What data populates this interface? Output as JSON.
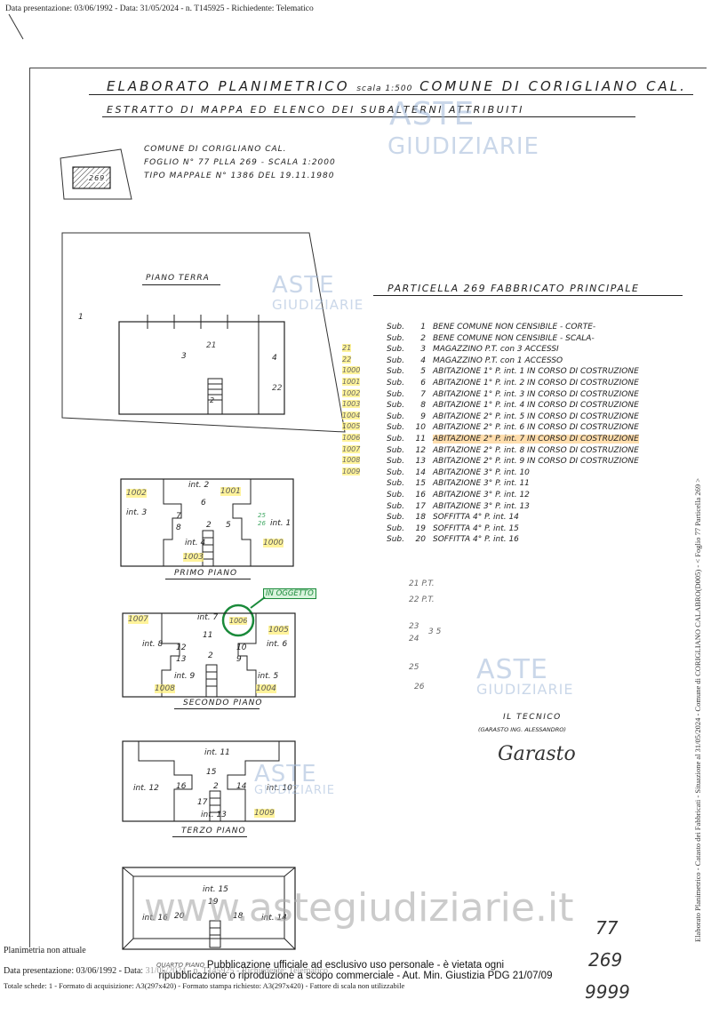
{
  "header": {
    "top_line": "Data presentazione: 03/06/1992 - Data: 31/05/2024 - n. T145925 - Richiedente: Telematico"
  },
  "document": {
    "title": "ELABORATO PLANIMETRICO",
    "title_scale": "scala 1:500",
    "title_comune": "COMUNE DI CORIGLIANO CAL.",
    "subtitle": "ESTRATTO DI MAPPA ED ELENCO DEI SUBALTERNI ATTRIBUITI",
    "map_info": {
      "line1": "COMUNE DI CORIGLIANO CAL.",
      "line2": "FOGLIO N° 77  PLLA 269 - SCALA 1:2000",
      "line3": "TIPO MAPPALE  N° 1386 DEL 19.11.1980",
      "parcel_label": "269"
    },
    "piano_terra_label": "PIANO TERRA",
    "particella_title": "PARTICELLA 269 FABBRICATO PRINCIPALE",
    "subalterni": [
      {
        "sub": "1",
        "desc": "BENE COMUNE NON CENSIBILE - CORTE-",
        "left": "",
        "hl": false
      },
      {
        "sub": "2",
        "desc": "BENE COMUNE NON CENSIBILE - SCALA-",
        "left": "",
        "hl": false
      },
      {
        "sub": "3",
        "desc": "MAGAZZINO P.T. con 3 ACCESSI",
        "left": "21",
        "hl": true
      },
      {
        "sub": "4",
        "desc": "MAGAZZINO P.T. con 1 ACCESSO",
        "left": "22",
        "hl": true
      },
      {
        "sub": "5",
        "desc": "ABITAZIONE 1° P. int. 1 IN CORSO DI COSTRUZIONE",
        "left": "1000",
        "hl": true
      },
      {
        "sub": "6",
        "desc": "ABITAZIONE 1° P. int. 2 IN CORSO DI COSTRUZIONE",
        "left": "1001",
        "hl": true
      },
      {
        "sub": "7",
        "desc": "ABITAZIONE 1° P. int. 3 IN CORSO DI COSTRUZIONE",
        "left": "1002",
        "hl": true
      },
      {
        "sub": "8",
        "desc": "ABITAZIONE 1° P. int. 4 IN CORSO DI COSTRUZIONE",
        "left": "1003",
        "hl": true
      },
      {
        "sub": "9",
        "desc": "ABITAZIONE 2° P. int. 5 IN CORSO DI COSTRUZIONE",
        "left": "1004",
        "hl": true
      },
      {
        "sub": "10",
        "desc": "ABITAZIONE 2° P. int. 6 IN CORSO DI COSTRUZIONE",
        "left": "1005",
        "hl": true
      },
      {
        "sub": "11",
        "desc": "ABITAZIONE 2° P. int. 7 IN CORSO DI COSTRUZIONE",
        "left": "1006",
        "hl": true
      },
      {
        "sub": "12",
        "desc": "ABITAZIONE 2° P. int. 8 IN CORSO DI COSTRUZIONE",
        "left": "1007",
        "hl": true
      },
      {
        "sub": "13",
        "desc": "ABITAZIONE 2° P. int. 9 IN CORSO DI COSTRUZIONE",
        "left": "1008",
        "hl": true
      },
      {
        "sub": "14",
        "desc": "ABITAZIONE 3° P. int. 10",
        "left": "1009",
        "hl": true
      },
      {
        "sub": "15",
        "desc": "ABITAZIONE 3° P. int. 11",
        "left": "",
        "hl": false
      },
      {
        "sub": "16",
        "desc": "ABITAZIONE 3° P. int. 12",
        "left": "",
        "hl": false
      },
      {
        "sub": "17",
        "desc": "ABITAZIONE 3° P. int. 13",
        "left": "",
        "hl": false
      },
      {
        "sub": "18",
        "desc": "SOFFITTA 4° P. int. 14",
        "left": "",
        "hl": false
      },
      {
        "sub": "19",
        "desc": "SOFFITTA 4° P. int. 15",
        "left": "",
        "hl": false
      },
      {
        "sub": "20",
        "desc": "SOFFITTA 4° P. int. 16",
        "left": "",
        "hl": false
      }
    ],
    "sub_prefix": "Sub.",
    "notes": [
      "21  P.T.",
      "22  P.T.",
      "23",
      "24",
      "3 5",
      "25",
      "26"
    ],
    "tecnico_label": "IL TECNICO",
    "tecnico_name": "(GARASTO ING. ALESSANDRO)",
    "signature": "Garasto",
    "primo_piano": {
      "label": "PRIMO PIANO",
      "int1": "int. 1",
      "int2": "int. 2",
      "int3": "int. 3",
      "int4": "int. 4",
      "n1000": "1000",
      "n1001": "1001",
      "n1002": "1002",
      "n1003": "1003",
      "s5": "5",
      "s6": "6",
      "s7": "7",
      "s8": "8",
      "s2": "2",
      "s25": "25",
      "s26": "26"
    },
    "secondo_piano": {
      "label": "SECONDO PIANO",
      "int5": "int. 5",
      "int6": "int. 6",
      "int7": "int. 7",
      "int8": "int. 8",
      "int9": "int. 9",
      "n1004": "1004",
      "n1005": "1005",
      "n1006": "1006",
      "n1007": "1007",
      "n1008": "1008",
      "s9": "9",
      "s10": "10",
      "s11": "11",
      "s12": "12",
      "s13": "13",
      "s2": "2",
      "oggetto": "IN OGGETTO"
    },
    "terzo_piano": {
      "label": "TERZO PIANO",
      "int10": "int. 10",
      "int11": "int. 11",
      "int12": "int. 12",
      "int13": "int. 13",
      "n1009": "1009",
      "s14": "14",
      "s15": "15",
      "s16": "16",
      "s17": "17",
      "s2": "2"
    },
    "quarto_piano": {
      "label": "QUARTO PIANO",
      "int14": "int. 14",
      "int15": "int. 15",
      "int16": "int. 16",
      "s18": "18",
      "s19": "19",
      "s20": "20"
    },
    "piano_terra": {
      "s1": "1",
      "s3": "3",
      "s4": "4",
      "s2": "2",
      "a21": "21",
      "a22": "22"
    },
    "bottom_right": [
      "77",
      "269",
      "9999"
    ]
  },
  "side_text": "Elaborato Planimetrico - Catasto dei Fabbricati - Situazione al 31/05/2024 - Comune di CORIGLIANO CALABRO(D005) - < Foglio 77 Particella 269 >",
  "watermarks": {
    "aste": "ASTE",
    "giudiziarie": "GIUDIZIARIE",
    "site": "www.astegiudiziarie.it"
  },
  "footer": {
    "planimetria": "Planimetria non attuale",
    "line1": "Data presentazione: 03/06/1992 - Data: 31/05/2024 - n. T145925 - Richiedente: Telematico",
    "line2": "Totale schede: 1 - Formato di acquisizione: A3(297x420) - Formato stampa richiesto: A3(297x420) - Fattore di scala non utilizzabile",
    "pub1": "Pubblicazione ufficiale ad esclusivo uso personale - è vietata ogni",
    "pub2": "ripubblicazione o riproduzione a scopo commerciale - Aut. Min. Giustizia PDG 21/07/09"
  }
}
